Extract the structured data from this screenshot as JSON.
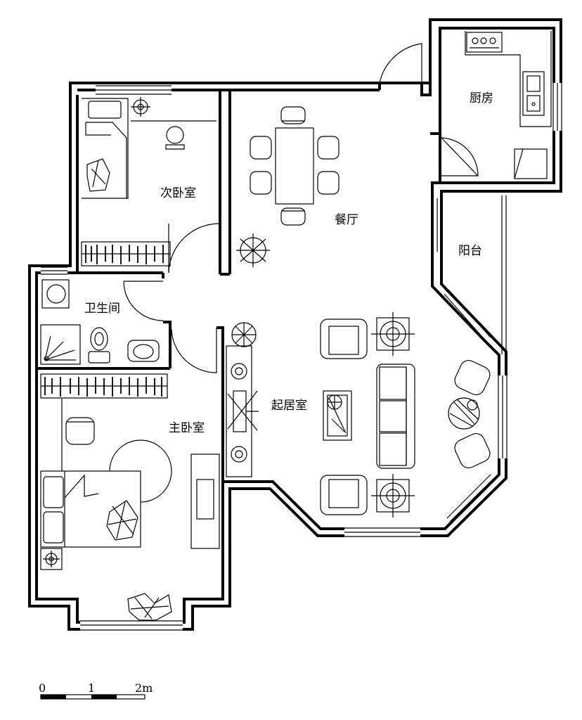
{
  "rooms": {
    "kitchen": "厨房",
    "second_bedroom": "次卧室",
    "dining": "餐厅",
    "balcony": "阳台",
    "bathroom": "卫生间",
    "living_room": "起居室",
    "master_bedroom": "主卧室"
  },
  "scale_bar": {
    "tick_0": "0",
    "tick_1": "1",
    "tick_2": "2m"
  }
}
